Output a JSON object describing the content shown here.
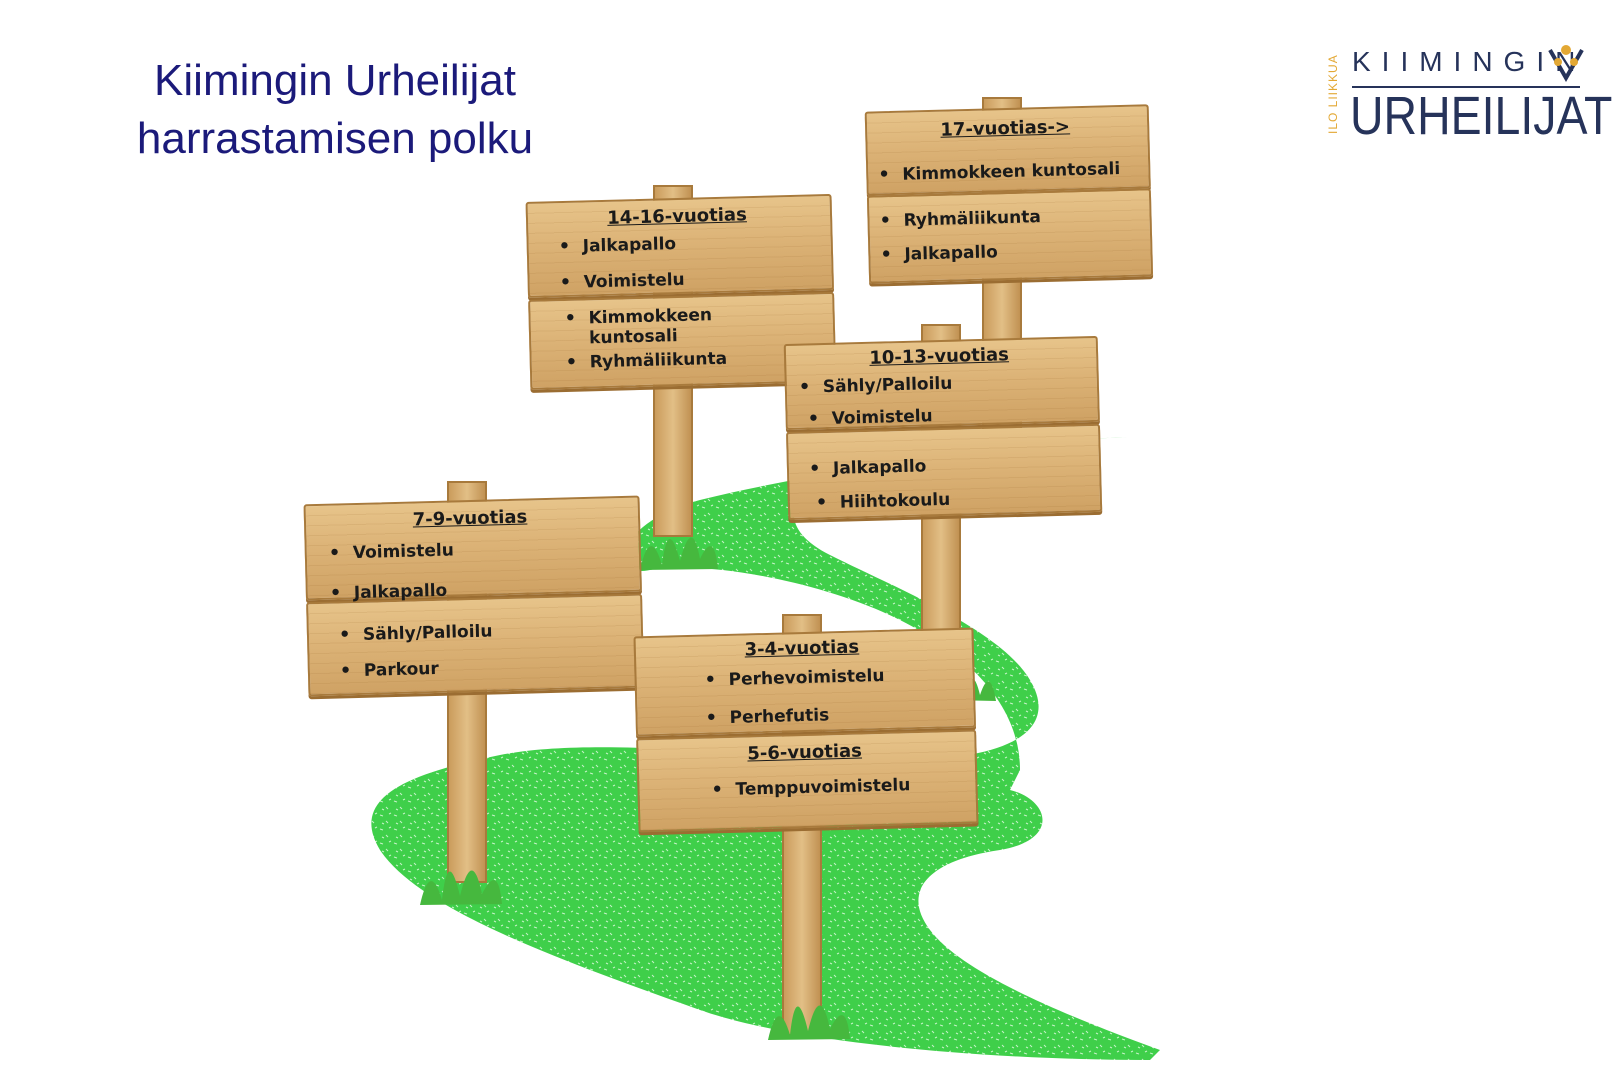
{
  "title": {
    "line1": "Kiimingin Urheilijat",
    "line2": "harrastamisen polku"
  },
  "logo": {
    "tagline": "ILO LIIKKUA",
    "top": "KIIMINGIN",
    "bottom": "URHEILIJAT",
    "colors": {
      "navy": "#26335a",
      "gold": "#e3a834"
    }
  },
  "colors": {
    "title": "#1b1a7a",
    "path_green": "#3fcf4a",
    "wood": "#ddb579"
  },
  "signs": [
    {
      "title": "17-vuotias->",
      "items": [
        "Kimmokkeen kuntosali",
        "Ryhmäliikunta",
        "Jalkapallo"
      ]
    },
    {
      "title": "14-16-vuotias",
      "items": [
        "Jalkapallo",
        "Voimistelu",
        "Kimmokkeen kuntosali",
        "Ryhmäliikunta"
      ]
    },
    {
      "title": "10-13-vuotias",
      "items": [
        "Sähly/Palloilu",
        "Voimistelu",
        "Jalkapallo",
        "Hiihtokoulu"
      ]
    },
    {
      "title": "7-9-vuotias",
      "items": [
        "Voimistelu",
        "Jalkapallo",
        "Sähly/Palloilu",
        "Parkour"
      ]
    },
    {
      "title": "3-4-vuotias",
      "items": [
        "Perhevoimistelu",
        "Perhefutis"
      ]
    },
    {
      "title": "5-6-vuotias",
      "items": [
        "Temppuvoimistelu"
      ]
    }
  ]
}
